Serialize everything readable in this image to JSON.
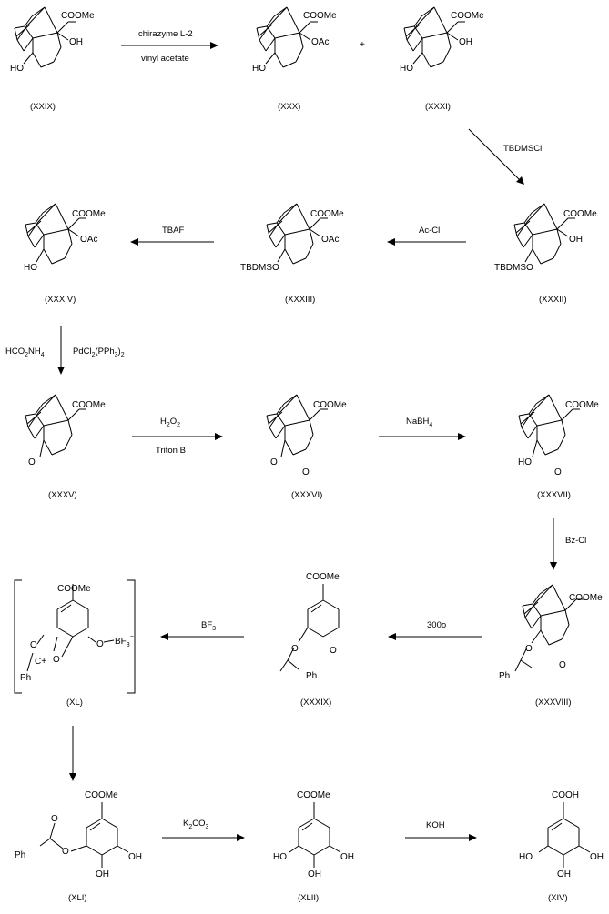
{
  "colors": {
    "ink": "#000000",
    "background": "#ffffff"
  },
  "compounds": [
    {
      "id": "XXIX",
      "label": "(XXIX)",
      "subs": [
        "COOMe",
        "OH",
        "HO"
      ]
    },
    {
      "id": "XXX",
      "label": "(XXX)",
      "subs": [
        "COOMe",
        "OAc",
        "HO"
      ]
    },
    {
      "id": "XXXI",
      "label": "(XXXI)",
      "subs": [
        "COOMe",
        "OH",
        "HO"
      ]
    },
    {
      "id": "XXXII",
      "label": "(XXXII)",
      "subs": [
        "COOMe",
        "OH",
        "TBDMSO"
      ]
    },
    {
      "id": "XXXIII",
      "label": "(XXXIII)",
      "subs": [
        "COOMe",
        "OAc",
        "TBDMSO"
      ]
    },
    {
      "id": "XXXIV",
      "label": "(XXXIV)",
      "subs": [
        "COOMe",
        "OAc",
        "HO"
      ]
    },
    {
      "id": "XXXV",
      "label": "(XXXV)",
      "subs": [
        "COOMe",
        "O"
      ]
    },
    {
      "id": "XXXVI",
      "label": "(XXXVI)",
      "subs": [
        "COOMe",
        "O",
        "O"
      ]
    },
    {
      "id": "XXXVII",
      "label": "(XXXVII)",
      "subs": [
        "COOMe",
        "HO",
        "O"
      ]
    },
    {
      "id": "XXXVIII",
      "label": "(XXXVIII)",
      "subs": [
        "COOMe",
        "O",
        "O",
        "Ph"
      ]
    },
    {
      "id": "XXXIX",
      "label": "(XXXIX)",
      "subs": [
        "COOMe",
        "O",
        "O",
        "Ph"
      ]
    },
    {
      "id": "XL",
      "label": "(XL)",
      "subs": [
        "COOMe",
        "O",
        "BF3−",
        "O",
        "C+",
        "O",
        "Ph"
      ]
    },
    {
      "id": "XLI",
      "label": "(XLI)",
      "subs": [
        "COOMe",
        "O",
        "OH",
        "OH",
        "Ph"
      ]
    },
    {
      "id": "XLII",
      "label": "(XLII)",
      "subs": [
        "COOMe",
        "HO",
        "OH",
        "OH"
      ]
    },
    {
      "id": "XIV",
      "label": "(XIV)",
      "subs": [
        "COOH",
        "HO",
        "OH",
        "OH"
      ]
    }
  ],
  "plus_sign": "+",
  "reagents": {
    "r1_top": "chirazyme L-2",
    "r1_bottom": "vinyl acetate",
    "r2": "TBDMSCl",
    "r3": "Ac-Cl",
    "r4": "TBAF",
    "r5_left": "HCO2NH4",
    "r5_right": "PdCl2(PPh3)2",
    "r6_top": "H2O2",
    "r6_bottom": "Triton B",
    "r7": "NaBH4",
    "r8": "Bz-Cl",
    "r9": "300o",
    "r10": "BF3",
    "r12": "K2CO3",
    "r13": "KOH"
  }
}
